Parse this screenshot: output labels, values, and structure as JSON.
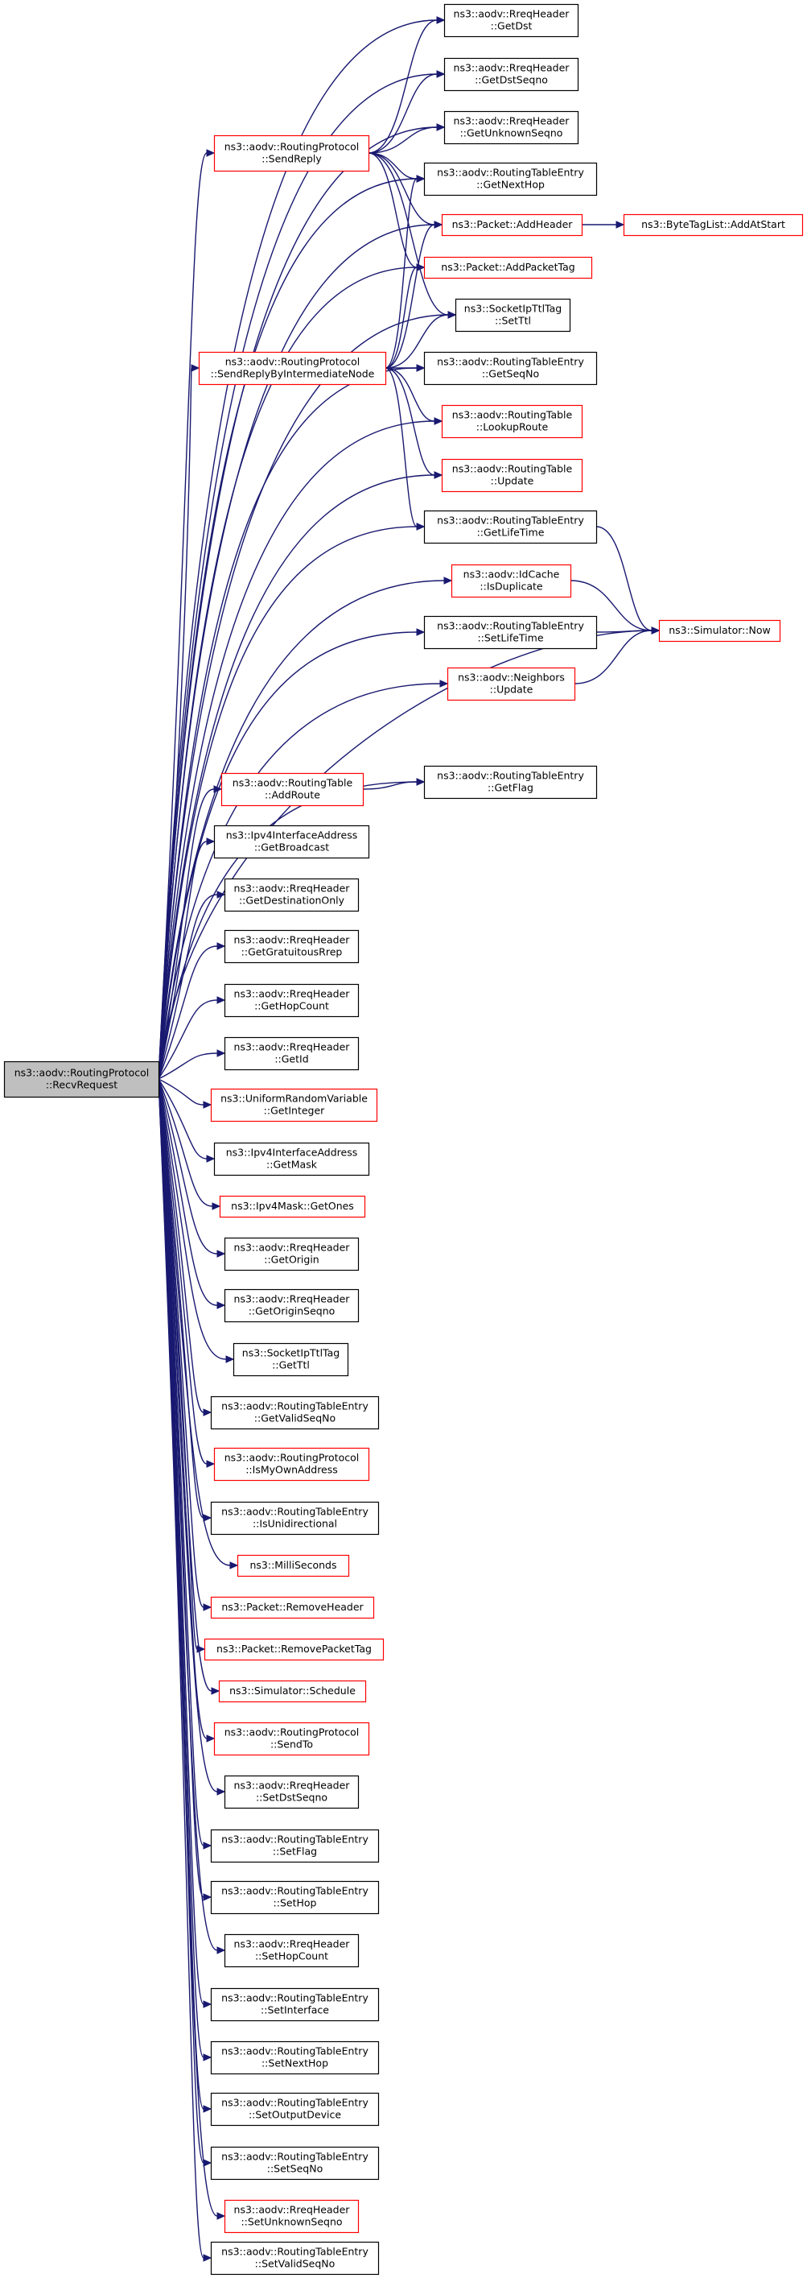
{
  "colors": {
    "edge": "#191970",
    "border_default": "#000000",
    "border_red": "#ff0000",
    "root_fill": "#bfbfbf",
    "node_fill": "#ffffff"
  },
  "nodes": [
    {
      "id": "recv",
      "lines": [
        "ns3::aodv::RoutingProtocol",
        "::RecvRequest"
      ],
      "style": "root"
    },
    {
      "id": "rreq_getdst",
      "lines": [
        "ns3::aodv::RreqHeader",
        "::GetDst"
      ],
      "style": "black"
    },
    {
      "id": "rreq_getdstseqno",
      "lines": [
        "ns3::aodv::RreqHeader",
        "::GetDstSeqno"
      ],
      "style": "black"
    },
    {
      "id": "rreq_getunknownseqno",
      "lines": [
        "ns3::aodv::RreqHeader",
        "::GetUnknownSeqno"
      ],
      "style": "black"
    },
    {
      "id": "sendreply",
      "lines": [
        "ns3::aodv::RoutingProtocol",
        "::SendReply"
      ],
      "style": "red"
    },
    {
      "id": "rte_getnexthop",
      "lines": [
        "ns3::aodv::RoutingTableEntry",
        "::GetNextHop"
      ],
      "style": "black"
    },
    {
      "id": "pkt_addheader",
      "lines": [
        "ns3::Packet::AddHeader"
      ],
      "style": "red"
    },
    {
      "id": "btl_addatstart",
      "lines": [
        "ns3::ByteTagList::AddAtStart"
      ],
      "style": "red"
    },
    {
      "id": "pkt_addpackettag",
      "lines": [
        "ns3::Packet::AddPacketTag"
      ],
      "style": "red"
    },
    {
      "id": "sock_setttl",
      "lines": [
        "ns3::SocketIpTtlTag",
        "::SetTtl"
      ],
      "style": "black"
    },
    {
      "id": "sendreplyintermediate",
      "lines": [
        "ns3::aodv::RoutingProtocol",
        "::SendReplyByIntermediateNode"
      ],
      "style": "red"
    },
    {
      "id": "rte_getseqno",
      "lines": [
        "ns3::aodv::RoutingTableEntry",
        "::GetSeqNo"
      ],
      "style": "black"
    },
    {
      "id": "rt_lookuproute",
      "lines": [
        "ns3::aodv::RoutingTable",
        "::LookupRoute"
      ],
      "style": "red"
    },
    {
      "id": "rt_update",
      "lines": [
        "ns3::aodv::RoutingTable",
        "::Update"
      ],
      "style": "red"
    },
    {
      "id": "rte_getlifetime",
      "lines": [
        "ns3::aodv::RoutingTableEntry",
        "::GetLifeTime"
      ],
      "style": "black"
    },
    {
      "id": "idcache_isdup",
      "lines": [
        "ns3::aodv::IdCache",
        "::IsDuplicate"
      ],
      "style": "red"
    },
    {
      "id": "rte_setlifetime",
      "lines": [
        "ns3::aodv::RoutingTableEntry",
        "::SetLifeTime"
      ],
      "style": "black"
    },
    {
      "id": "sim_now",
      "lines": [
        "ns3::Simulator::Now"
      ],
      "style": "red"
    },
    {
      "id": "neighbors_update",
      "lines": [
        "ns3::aodv::Neighbors",
        "::Update"
      ],
      "style": "red"
    },
    {
      "id": "rt_addroute",
      "lines": [
        "ns3::aodv::RoutingTable",
        "::AddRoute"
      ],
      "style": "red"
    },
    {
      "id": "rte_getflag",
      "lines": [
        "ns3::aodv::RoutingTableEntry",
        "::GetFlag"
      ],
      "style": "black"
    },
    {
      "id": "ipv4ia_getbroadcast",
      "lines": [
        "ns3::Ipv4InterfaceAddress",
        "::GetBroadcast"
      ],
      "style": "black"
    },
    {
      "id": "rreq_getdestonly",
      "lines": [
        "ns3::aodv::RreqHeader",
        "::GetDestinationOnly"
      ],
      "style": "black"
    },
    {
      "id": "rreq_getgratuitous",
      "lines": [
        "ns3::aodv::RreqHeader",
        "::GetGratuitousRrep"
      ],
      "style": "black"
    },
    {
      "id": "rreq_gethopcount",
      "lines": [
        "ns3::aodv::RreqHeader",
        "::GetHopCount"
      ],
      "style": "black"
    },
    {
      "id": "rreq_getid",
      "lines": [
        "ns3::aodv::RreqHeader",
        "::GetId"
      ],
      "style": "black"
    },
    {
      "id": "urv_getinteger",
      "lines": [
        "ns3::UniformRandomVariable",
        "::GetInteger"
      ],
      "style": "red"
    },
    {
      "id": "ipv4ia_getmask",
      "lines": [
        "ns3::Ipv4InterfaceAddress",
        "::GetMask"
      ],
      "style": "black"
    },
    {
      "id": "ipv4mask_getones",
      "lines": [
        "ns3::Ipv4Mask::GetOnes"
      ],
      "style": "red"
    },
    {
      "id": "rreq_getorigin",
      "lines": [
        "ns3::aodv::RreqHeader",
        "::GetOrigin"
      ],
      "style": "black"
    },
    {
      "id": "rreq_getoriginseqno",
      "lines": [
        "ns3::aodv::RreqHeader",
        "::GetOriginSeqno"
      ],
      "style": "black"
    },
    {
      "id": "sock_getttl",
      "lines": [
        "ns3::SocketIpTtlTag",
        "::GetTtl"
      ],
      "style": "black"
    },
    {
      "id": "rte_getvalidseqno",
      "lines": [
        "ns3::aodv::RoutingTableEntry",
        "::GetValidSeqNo"
      ],
      "style": "black"
    },
    {
      "id": "rp_ismyownaddress",
      "lines": [
        "ns3::aodv::RoutingProtocol",
        "::IsMyOwnAddress"
      ],
      "style": "red"
    },
    {
      "id": "rte_isunidirectional",
      "lines": [
        "ns3::aodv::RoutingTableEntry",
        "::IsUnidirectional"
      ],
      "style": "black"
    },
    {
      "id": "milliseconds",
      "lines": [
        "ns3::MilliSeconds"
      ],
      "style": "red"
    },
    {
      "id": "pkt_removeheader",
      "lines": [
        "ns3::Packet::RemoveHeader"
      ],
      "style": "red"
    },
    {
      "id": "pkt_removepackettag",
      "lines": [
        "ns3::Packet::RemovePacketTag"
      ],
      "style": "red"
    },
    {
      "id": "sim_schedule",
      "lines": [
        "ns3::Simulator::Schedule"
      ],
      "style": "red"
    },
    {
      "id": "rp_sendto",
      "lines": [
        "ns3::aodv::RoutingProtocol",
        "::SendTo"
      ],
      "style": "red"
    },
    {
      "id": "rreq_setdstseqno",
      "lines": [
        "ns3::aodv::RreqHeader",
        "::SetDstSeqno"
      ],
      "style": "black"
    },
    {
      "id": "rte_setflag",
      "lines": [
        "ns3::aodv::RoutingTableEntry",
        "::SetFlag"
      ],
      "style": "black"
    },
    {
      "id": "rte_sethop",
      "lines": [
        "ns3::aodv::RoutingTableEntry",
        "::SetHop"
      ],
      "style": "black"
    },
    {
      "id": "rreq_sethopcount",
      "lines": [
        "ns3::aodv::RreqHeader",
        "::SetHopCount"
      ],
      "style": "black"
    },
    {
      "id": "rte_setinterface",
      "lines": [
        "ns3::aodv::RoutingTableEntry",
        "::SetInterface"
      ],
      "style": "black"
    },
    {
      "id": "rte_setnexthop",
      "lines": [
        "ns3::aodv::RoutingTableEntry",
        "::SetNextHop"
      ],
      "style": "black"
    },
    {
      "id": "rte_setoutputdevice",
      "lines": [
        "ns3::aodv::RoutingTableEntry",
        "::SetOutputDevice"
      ],
      "style": "black"
    },
    {
      "id": "rte_setseqno",
      "lines": [
        "ns3::aodv::RoutingTableEntry",
        "::SetSeqNo"
      ],
      "style": "black"
    },
    {
      "id": "rreq_setunknownseqno",
      "lines": [
        "ns3::aodv::RreqHeader",
        "::SetUnknownSeqno"
      ],
      "style": "red"
    },
    {
      "id": "rte_setvalidseqno",
      "lines": [
        "ns3::aodv::RoutingTableEntry",
        "::SetValidSeqNo"
      ],
      "style": "black"
    }
  ],
  "edges": [
    [
      "recv",
      "rreq_getdst"
    ],
    [
      "recv",
      "rreq_getdstseqno"
    ],
    [
      "recv",
      "rreq_getunknownseqno"
    ],
    [
      "recv",
      "sendreply"
    ],
    [
      "recv",
      "rte_getnexthop"
    ],
    [
      "recv",
      "pkt_addheader"
    ],
    [
      "recv",
      "pkt_addpackettag"
    ],
    [
      "recv",
      "sock_setttl"
    ],
    [
      "recv",
      "sendreplyintermediate"
    ],
    [
      "recv",
      "rte_getseqno"
    ],
    [
      "recv",
      "rt_lookuproute"
    ],
    [
      "recv",
      "rt_update"
    ],
    [
      "recv",
      "rte_getlifetime"
    ],
    [
      "recv",
      "idcache_isdup"
    ],
    [
      "recv",
      "rte_setlifetime"
    ],
    [
      "recv",
      "neighbors_update"
    ],
    [
      "recv",
      "sim_now"
    ],
    [
      "recv",
      "rte_getflag"
    ],
    [
      "recv",
      "rt_addroute"
    ],
    [
      "recv",
      "ipv4ia_getbroadcast"
    ],
    [
      "recv",
      "rreq_getdestonly"
    ],
    [
      "recv",
      "rreq_getgratuitous"
    ],
    [
      "recv",
      "rreq_gethopcount"
    ],
    [
      "recv",
      "rreq_getid"
    ],
    [
      "recv",
      "urv_getinteger"
    ],
    [
      "recv",
      "ipv4ia_getmask"
    ],
    [
      "recv",
      "ipv4mask_getones"
    ],
    [
      "recv",
      "rreq_getorigin"
    ],
    [
      "recv",
      "rreq_getoriginseqno"
    ],
    [
      "recv",
      "sock_getttl"
    ],
    [
      "recv",
      "rte_getvalidseqno"
    ],
    [
      "recv",
      "rp_ismyownaddress"
    ],
    [
      "recv",
      "rte_isunidirectional"
    ],
    [
      "recv",
      "milliseconds"
    ],
    [
      "recv",
      "pkt_removeheader"
    ],
    [
      "recv",
      "pkt_removepackettag"
    ],
    [
      "recv",
      "sim_schedule"
    ],
    [
      "recv",
      "rp_sendto"
    ],
    [
      "recv",
      "rreq_setdstseqno"
    ],
    [
      "recv",
      "rte_setflag"
    ],
    [
      "recv",
      "rte_sethop"
    ],
    [
      "recv",
      "rreq_sethopcount"
    ],
    [
      "recv",
      "rte_setinterface"
    ],
    [
      "recv",
      "rte_setnexthop"
    ],
    [
      "recv",
      "rte_setoutputdevice"
    ],
    [
      "recv",
      "rte_setseqno"
    ],
    [
      "recv",
      "rreq_setunknownseqno"
    ],
    [
      "recv",
      "rte_setvalidseqno"
    ],
    [
      "sendreply",
      "rreq_getdst"
    ],
    [
      "sendreply",
      "rreq_getdstseqno"
    ],
    [
      "sendreply",
      "rreq_getunknownseqno"
    ],
    [
      "sendreply",
      "rte_getnexthop"
    ],
    [
      "sendreply",
      "pkt_addheader"
    ],
    [
      "sendreply",
      "pkt_addpackettag"
    ],
    [
      "sendreply",
      "sock_setttl"
    ],
    [
      "sendreplyintermediate",
      "rte_getnexthop"
    ],
    [
      "sendreplyintermediate",
      "pkt_addheader"
    ],
    [
      "sendreplyintermediate",
      "pkt_addpackettag"
    ],
    [
      "sendreplyintermediate",
      "sock_setttl"
    ],
    [
      "sendreplyintermediate",
      "rte_getseqno"
    ],
    [
      "sendreplyintermediate",
      "rt_lookuproute"
    ],
    [
      "sendreplyintermediate",
      "rt_update"
    ],
    [
      "sendreplyintermediate",
      "rte_getlifetime"
    ],
    [
      "pkt_addheader",
      "btl_addatstart"
    ],
    [
      "rte_getlifetime",
      "sim_now"
    ],
    [
      "idcache_isdup",
      "sim_now"
    ],
    [
      "rte_setlifetime",
      "sim_now"
    ],
    [
      "neighbors_update",
      "sim_now"
    ],
    [
      "rt_addroute",
      "rte_getflag"
    ]
  ]
}
